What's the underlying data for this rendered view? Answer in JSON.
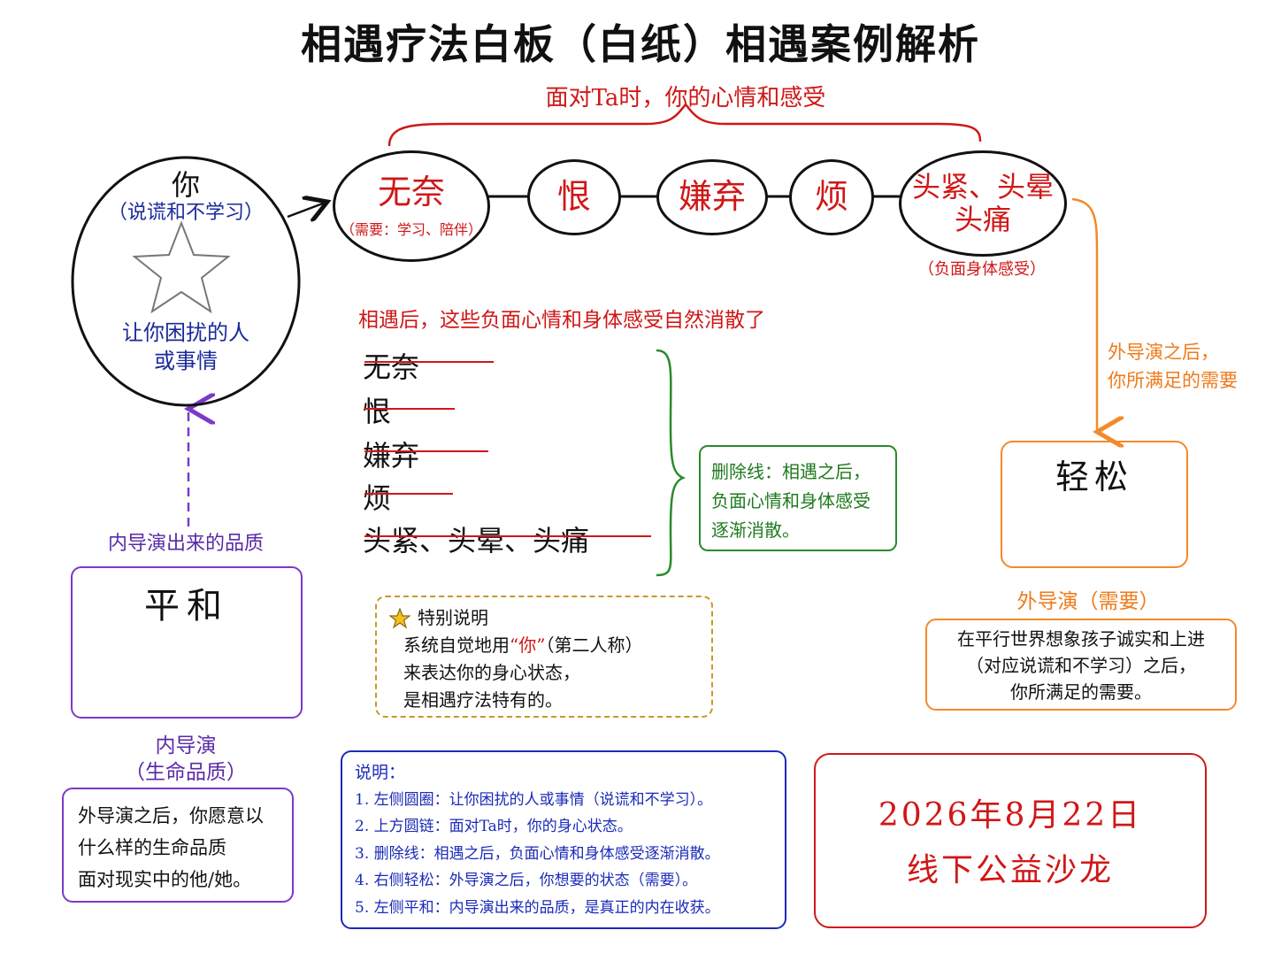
{
  "title": "相遇疗法白板（白纸）相遇案例解析",
  "chain": {
    "label": "面对Ta时，你的心情和感受",
    "nodes": [
      {
        "text": "无奈",
        "sub": "（需要：学习、陪伴）"
      },
      {
        "text": "恨"
      },
      {
        "text": "嫌弃"
      },
      {
        "text": "烦"
      },
      {
        "line1": "头紧、头晕",
        "line2": "头痛"
      }
    ],
    "negative_body_label": "（负面身体感受）"
  },
  "you_circle": {
    "title": "你",
    "subtitle": "（说谎和不学习）",
    "bottom_line1": "让你困扰的人",
    "bottom_line2": "或事情",
    "icon": "star-icon"
  },
  "after_meeting": {
    "label": "相遇后，这些负面心情和身体感受自然消散了",
    "struck_items": [
      "无奈",
      "恨",
      "嫌弃",
      "烦",
      "头紧、头晕、头痛"
    ],
    "explain_lines": [
      "删除线：相遇之后，",
      "负面心情和身体感受",
      "逐渐消散。"
    ]
  },
  "outer_director": {
    "arrow_label_line1": "外导演之后，",
    "arrow_label_line2": "你所满足的需要",
    "relax": "轻松",
    "label": "外导演（需要）",
    "desc_lines": [
      "在平行世界想象孩子诚实和上进",
      "（对应说谎和不学习）之后，",
      "你所满足的需要。"
    ]
  },
  "inner_director": {
    "quality_label": "内导演出来的品质",
    "peace": "平和",
    "label_line1": "内导演",
    "label_line2": "（生命品质）",
    "desc_lines": [
      "外导演之后，你愿意以",
      "什么样的生命品质",
      "面对现实中的他/她。"
    ]
  },
  "special_note": {
    "title": "特别说明",
    "line1_pre": "系统自觉地用",
    "line1_quote": "“你”",
    "line1_post": "（第二人称）",
    "line2": "来表达你的身心状态，",
    "line3": "是相遇疗法特有的。"
  },
  "notes": {
    "heading": "说明：",
    "items": [
      "1.  左侧圆圈：让你困扰的人或事情（说谎和不学习）。",
      "2.  上方圆链：面对Ta时，你的身心状态。",
      "3.  删除线：相遇之后，负面心情和身体感受逐渐消散。",
      "4.  右侧轻松：外导演之后，你想要的状态（需要）。",
      "5.  左侧平和：内导演出来的品质，是真正的内在收获。"
    ]
  },
  "event": {
    "date": "2026年8月22日",
    "name": "线下公益沙龙"
  },
  "colors": {
    "red": "#d01717",
    "navy": "#1a2a9a",
    "green": "#2a8a2a",
    "orange": "#f28a2a",
    "purple": "#7a3ac8",
    "gold": "#c8982a",
    "blue": "#1a2ab8"
  }
}
